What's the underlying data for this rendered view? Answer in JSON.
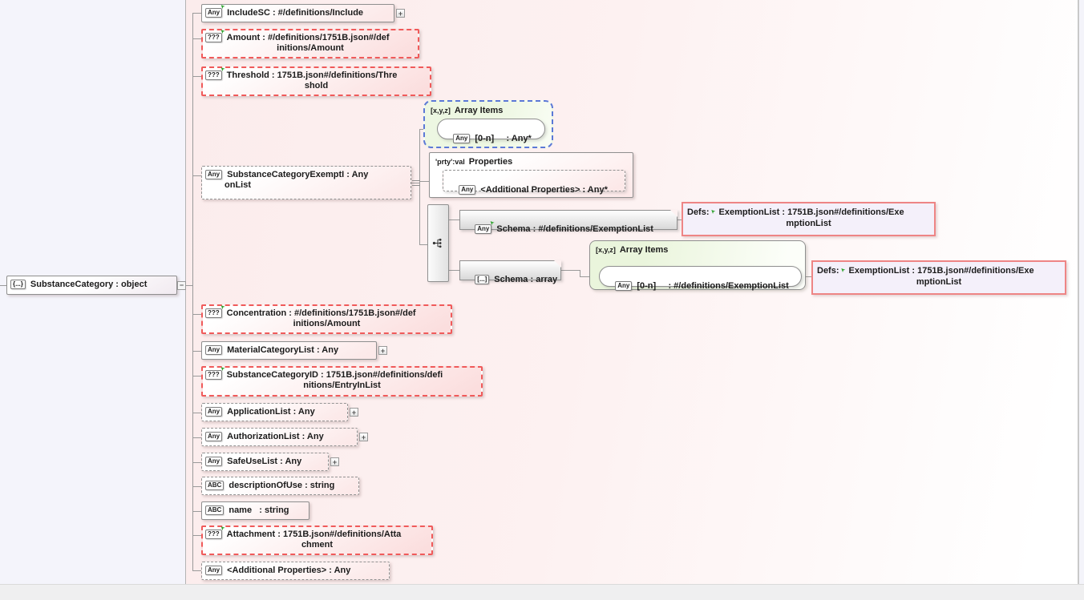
{
  "root": {
    "badge": "{...}",
    "label": "SubstanceCategory : object"
  },
  "properties": [
    {
      "badge": "Any",
      "line1": "IncludeSC : #/definitions/Include"
    },
    {
      "badge": "???",
      "line1": "Amount : #/definitions/1751B.json#/def",
      "line2": "initions/Amount"
    },
    {
      "badge": "???",
      "line1": "Threshold : 1751B.json#/definitions/Thre",
      "line2": "shold"
    },
    {
      "badge": "Any",
      "line1": "SubstanceCategoryExemptI : Any",
      "line2": "onList"
    },
    {
      "badge": "???",
      "line1": "Concentration : #/definitions/1751B.json#/def",
      "line2": "initions/Amount"
    },
    {
      "badge": "Any",
      "line1": "MaterialCategoryList : Any"
    },
    {
      "badge": "???",
      "line1": "SubstanceCategoryID : 1751B.json#/definitions/defi",
      "line2": "nitions/EntryInList"
    },
    {
      "badge": "Any",
      "line1": "ApplicationList : Any"
    },
    {
      "badge": "Any",
      "line1": "AuthorizationList : Any"
    },
    {
      "badge": "Any",
      "line1": "SafeUseList : Any"
    },
    {
      "badge": "ABC",
      "line1": "descriptionOfUse : string"
    },
    {
      "badge": "ABC",
      "line1": "name   : string"
    },
    {
      "badge": "???",
      "line1": "Attachment : 1751B.json#/definitions/Atta",
      "line2": "chment"
    },
    {
      "badge": "Any",
      "line1": "<Additional Properties> : Any"
    }
  ],
  "subtree": {
    "array_items_top": {
      "badge": "[x,y,z]",
      "title": "Array Items",
      "item_badge": "Any",
      "item_label": "[0-n]     : Any*"
    },
    "properties_box": {
      "badge": "'prty':val",
      "title": "Properties",
      "item_badge": "Any",
      "item_label": "<Additional Properties> : Any*"
    },
    "schema_any": {
      "badge": "Any",
      "label": "Schema : #/definitions/ExemptionList"
    },
    "schema_array": {
      "badge": "[...]",
      "label": "Schema : array"
    },
    "array_items_bottom": {
      "badge": "[x,y,z]",
      "title": "Array Items",
      "item_badge": "Any",
      "item_label": "[0-n]     : #/definitions/ExemptionList"
    },
    "defs_top": {
      "prefix": "Defs:",
      "line1": "ExemptionList : 1751B.json#/definitions/Exe",
      "line2": "mptionList"
    },
    "defs_bottom": {
      "prefix": "Defs:",
      "line1": "ExemptionList : 1751B.json#/definitions/Exe",
      "line2": "mptionList"
    }
  }
}
